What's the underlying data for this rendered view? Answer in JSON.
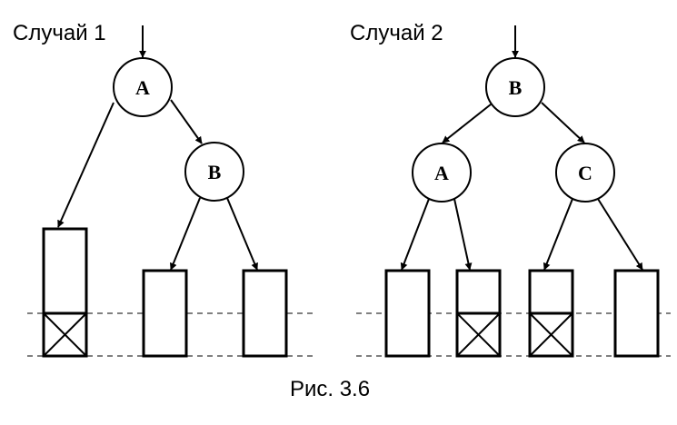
{
  "cases": [
    {
      "title": "Случай 1"
    },
    {
      "title": "Случай 2"
    }
  ],
  "nodes": {
    "case1_root": "A",
    "case1_child": "B",
    "case2_root": "B",
    "case2_left": "A",
    "case2_right": "C"
  },
  "caption": "Рис. 3.6"
}
